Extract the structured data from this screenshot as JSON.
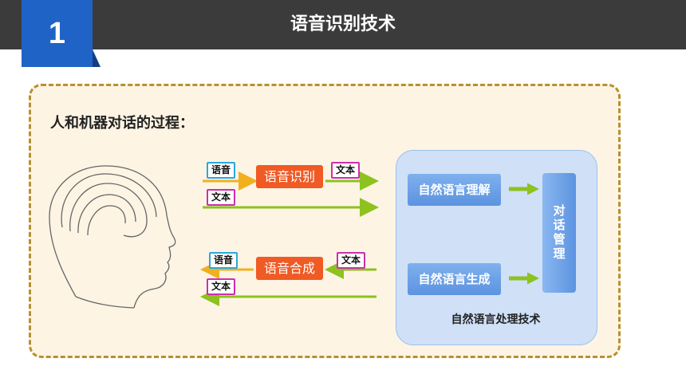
{
  "header": {
    "number": "1",
    "title": "语音识别技术"
  },
  "heading": "人和机器对话的过程：",
  "flow": {
    "speech_tag_top": "语音",
    "text_tag_top_left": "文本",
    "asr": "语音识别",
    "text_tag_top_right": "文本",
    "speech_tag_bottom": "语音",
    "text_tag_bottom_left": "文本",
    "tts": "语音合成",
    "text_tag_bottom_right": "文本"
  },
  "nlp": {
    "nlu": "自然语言理解",
    "nlg": "自然语言生成",
    "dialog_management": "对话管理",
    "label": "自然语言处理技术"
  },
  "colors": {
    "header": "#3b3b3b",
    "number_box": "#1f63c7",
    "orange": "#f05a24",
    "arrow_green": "#8dc21f",
    "blue_box": "#5c93e0"
  }
}
